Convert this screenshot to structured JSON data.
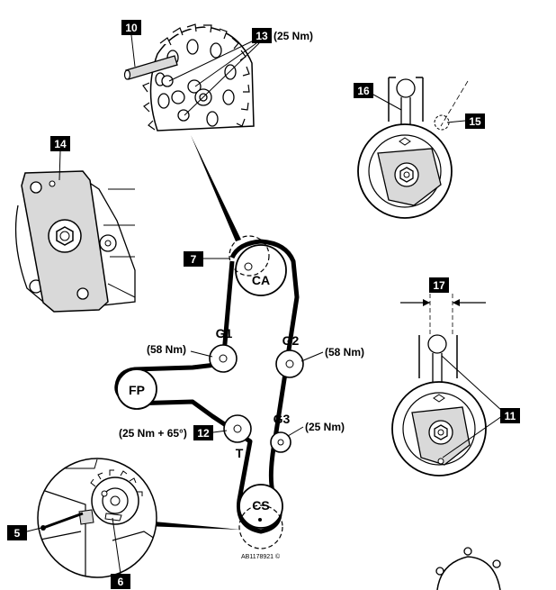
{
  "callouts": {
    "c5": "5",
    "c6": "6",
    "c7": "7",
    "c10": "10",
    "c11": "11",
    "c12": "12",
    "c13": "13",
    "c14": "14",
    "c15": "15",
    "c16": "16",
    "c17": "17"
  },
  "pulleys": {
    "camshaft": "CA",
    "fuel_pump": "FP",
    "crankshaft": "CS",
    "guide1": "G1",
    "guide2": "G2",
    "guide3": "G3",
    "tensioner": "T"
  },
  "torques": {
    "camshaft_bolts": "(25 Nm)",
    "guide1": "(58 Nm)",
    "guide2": "(58 Nm)",
    "guide3": "(25 Nm)",
    "tensioner": "(25 Nm + 65°)"
  },
  "credit": "AB1178921 ©",
  "colors": {
    "ink": "#000000",
    "paper": "#ffffff",
    "shade": "#d9d9d9"
  }
}
